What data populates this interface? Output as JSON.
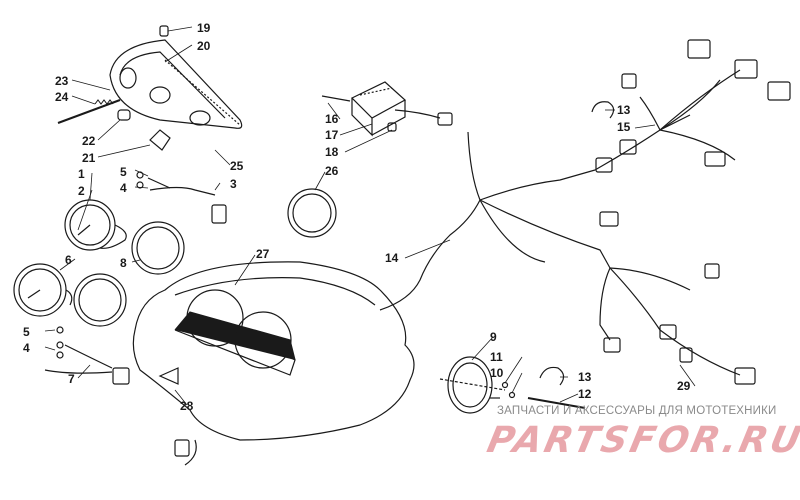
{
  "callouts": {
    "n1": "1",
    "n2": "2",
    "n3": "3",
    "n4a": "4",
    "n4b": "4",
    "n5a": "5",
    "n5b": "5",
    "n6": "6",
    "n7": "7",
    "n8": "8",
    "n9": "9",
    "n10": "10",
    "n11": "11",
    "n12": "12",
    "n13a": "13",
    "n13b": "13",
    "n14": "14",
    "n15": "15",
    "n16": "16",
    "n17": "17",
    "n18": "18",
    "n19": "19",
    "n20": "20",
    "n21": "21",
    "n22": "22",
    "n23": "23",
    "n24": "24",
    "n25": "25",
    "n26": "26",
    "n27": "27",
    "n28": "28",
    "n29": "29"
  },
  "watermark": {
    "tagline": "ЗАПЧАСТИ И АКСЕССУАРЫ ДЛЯ МОТОТЕХНИКИ",
    "logo": "PARTSFOR.RU"
  },
  "colors": {
    "line": "#1a1a1a",
    "watermark_logo": "#e9a8ad",
    "watermark_text": "#8a8a8a"
  }
}
